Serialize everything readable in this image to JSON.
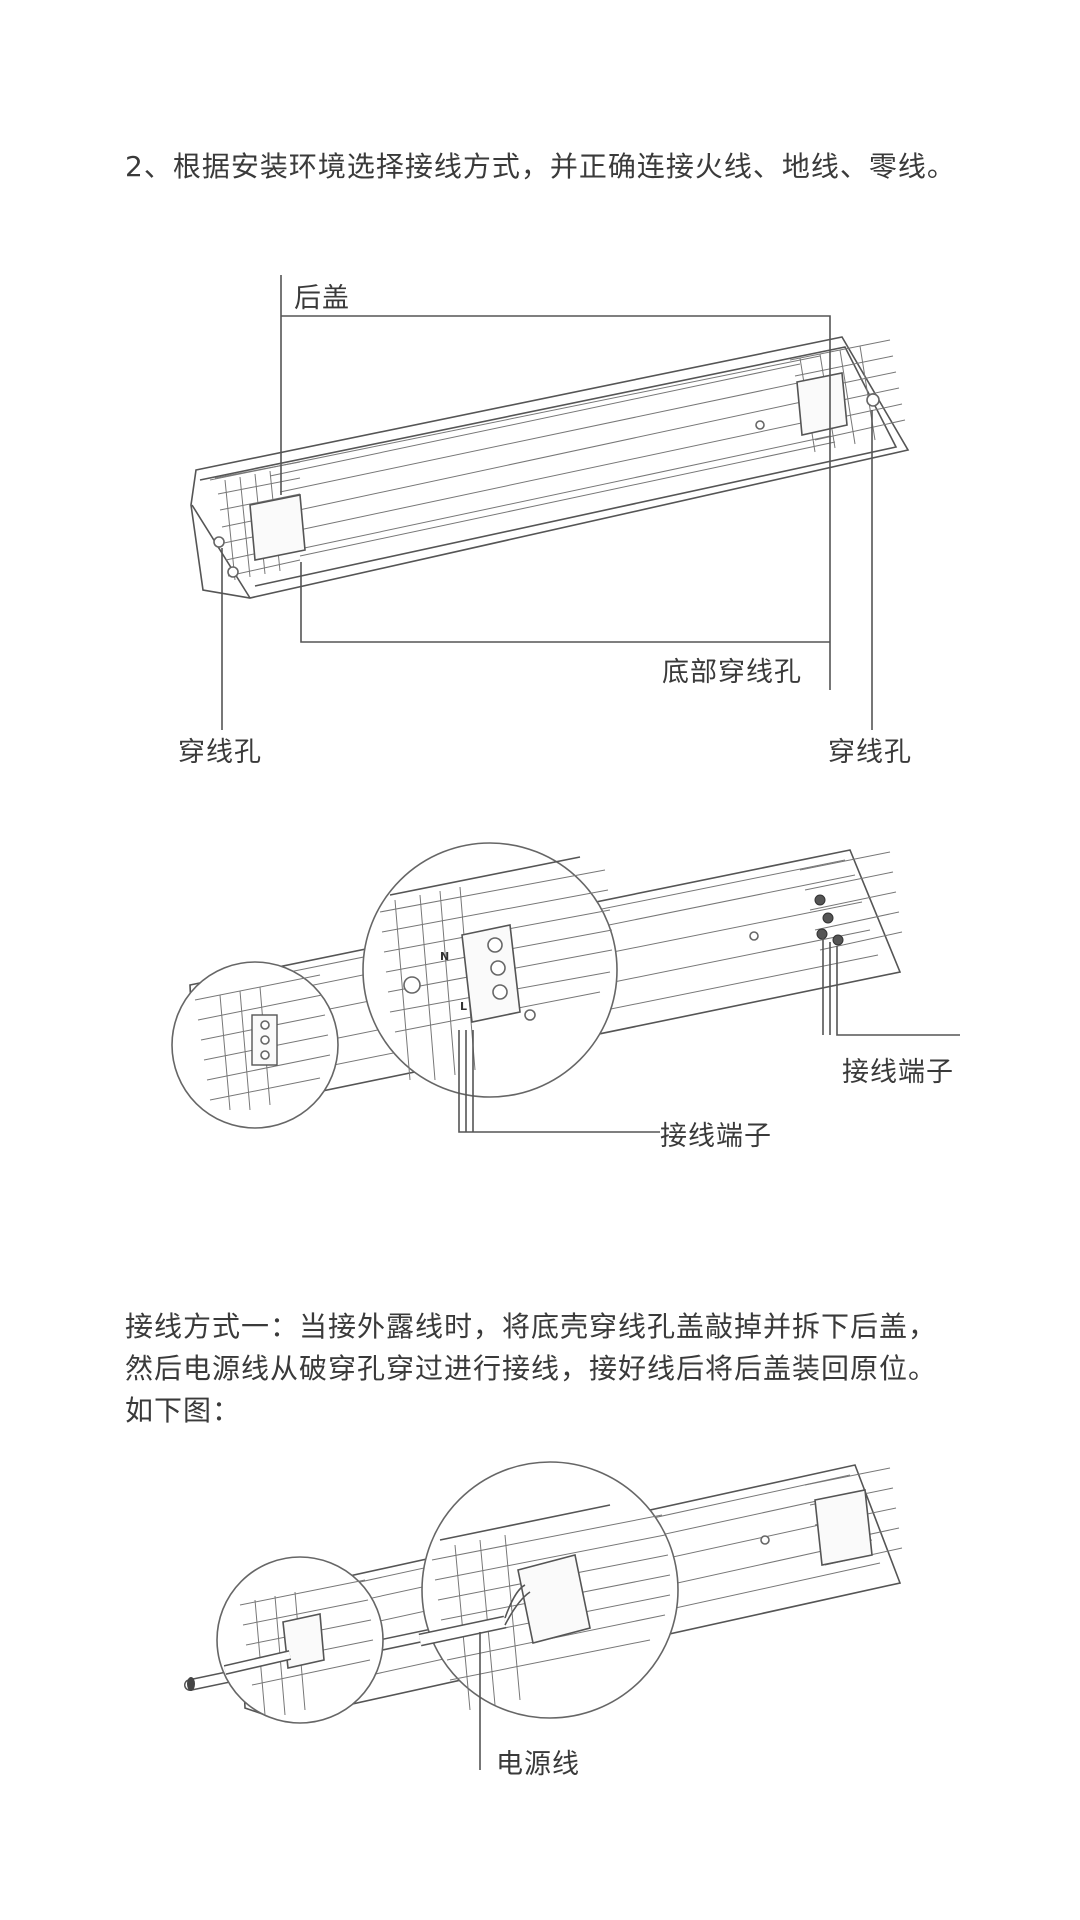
{
  "intro": {
    "step_text": "2、根据安装环境选择接线方式，并正确连接火线、地线、零线。"
  },
  "figure1": {
    "labels": {
      "back_cover": "后盖",
      "bottom_hole": "底部穿线孔",
      "hole_left": "穿线孔",
      "hole_right": "穿线孔"
    }
  },
  "figure2": {
    "labels": {
      "terminal_right": "接线端子",
      "terminal_center": "接线端子"
    },
    "terminal_marks": {
      "n": "N",
      "l": "L"
    }
  },
  "method1": {
    "text": "接线方式一：当接外露线时，将底壳穿线孔盖敲掉并拆下后盖，然后电源线从破穿孔穿过进行接线，接好线后将后盖装回原位。如下图："
  },
  "figure3": {
    "labels": {
      "power_cord": "电源线"
    }
  }
}
